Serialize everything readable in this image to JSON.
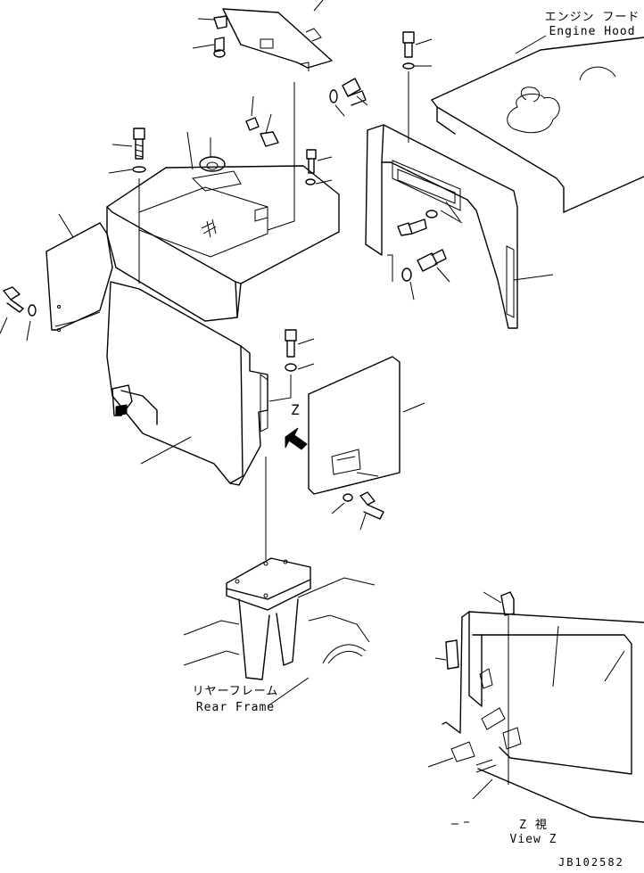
{
  "labels": {
    "engine_hood_jp": "エンジン フード",
    "engine_hood_en": "Engine Hood",
    "rear_frame_jp": "リヤーフレーム",
    "rear_frame_en": "Rear Frame",
    "view_marker": "Z",
    "view_z_jp": "Z 視",
    "view_z_en": "View Z",
    "drawing_number": "JB102582"
  }
}
